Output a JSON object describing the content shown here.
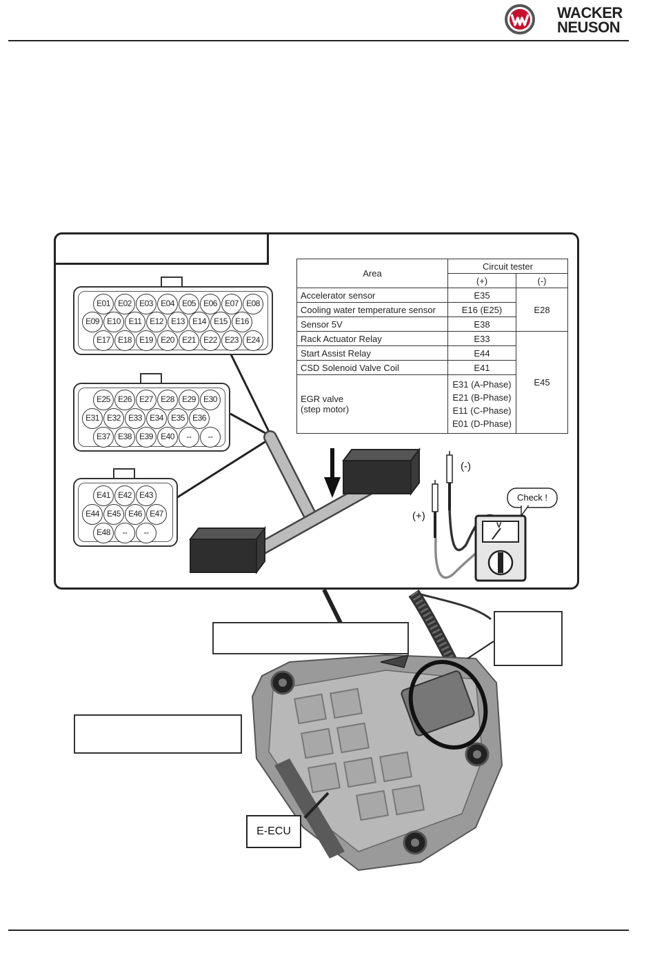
{
  "header": {
    "brand_line1": "WACKER",
    "brand_line2": "NEUSON"
  },
  "table": {
    "area_header": "Area",
    "tester_header": "Circuit tester",
    "plus_header": "(+)",
    "minus_header": "(-)",
    "rows": [
      {
        "area": "Accelerator sensor",
        "plus": "E35"
      },
      {
        "area": "Cooling water temperature sensor",
        "plus": "E16 (E25)"
      },
      {
        "area": "Sensor 5V",
        "plus": "E38"
      },
      {
        "area": "Rack Actuator Relay",
        "plus": "E33"
      },
      {
        "area": "Start Assist Relay",
        "plus": "E44"
      },
      {
        "area": "CSD Solenoid Valve Coil",
        "plus": "E41"
      },
      {
        "area": "EGR valve",
        "area2": "(step motor)",
        "plus": "E31 (A-Phase)",
        "plus2": "E21 (B-Phase)",
        "plus3": "E11 (C-Phase)",
        "plus4": "E01 (D-Phase)"
      }
    ],
    "minus_group1": "E28",
    "minus_group2": "E45"
  },
  "connector1": {
    "row1": [
      "E01",
      "E02",
      "E03",
      "E04",
      "E05",
      "E06",
      "E07",
      "E08"
    ],
    "row2": [
      "E09",
      "E10",
      "E11",
      "E12",
      "E13",
      "E14",
      "E15",
      "E16"
    ],
    "row3": [
      "E17",
      "E18",
      "E19",
      "E20",
      "E21",
      "E22",
      "E23",
      "E24"
    ]
  },
  "connector2": {
    "row1": [
      "E25",
      "E26",
      "E27",
      "E28",
      "E29",
      "E30"
    ],
    "row2": [
      "E31",
      "E32",
      "E33",
      "E34",
      "E35",
      "E36"
    ],
    "row3": [
      "E37",
      "E38",
      "E39",
      "E40",
      "--",
      "--"
    ]
  },
  "connector3": {
    "row1": [
      "E41",
      "E42",
      "E43"
    ],
    "row2": [
      "E44",
      "E45",
      "E46",
      "E47"
    ],
    "row3": [
      "E48",
      "--",
      "--"
    ]
  },
  "tester": {
    "minus_label": "(-)",
    "plus_label": "(+)",
    "check_label": "Check !",
    "meter_symbol": "V"
  },
  "ecu_label": "E-ECU"
}
